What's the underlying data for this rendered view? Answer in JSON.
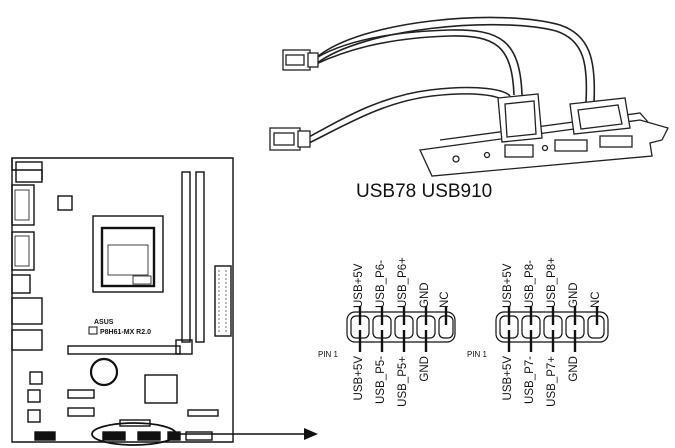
{
  "diagram": {
    "title": "USB78 USB910",
    "motherboard": {
      "brand": "ASUS",
      "model": "P8H61-MX R2.0"
    },
    "pin1_label": "PIN 1",
    "headers": [
      {
        "id": "usb78",
        "top_pins": [
          "USB+5V",
          "USB_P6-",
          "USB_P6+",
          "GND",
          "NC"
        ],
        "bottom_pins": [
          "USB+5V",
          "USB_P5-",
          "USB_P5+",
          "GND"
        ]
      },
      {
        "id": "usb910",
        "top_pins": [
          "USB+5V",
          "USB_P8-",
          "USB_P8+",
          "GND",
          "NC"
        ],
        "bottom_pins": [
          "USB+5V",
          "USB_P7-",
          "USB_P7+",
          "GND"
        ]
      }
    ]
  }
}
